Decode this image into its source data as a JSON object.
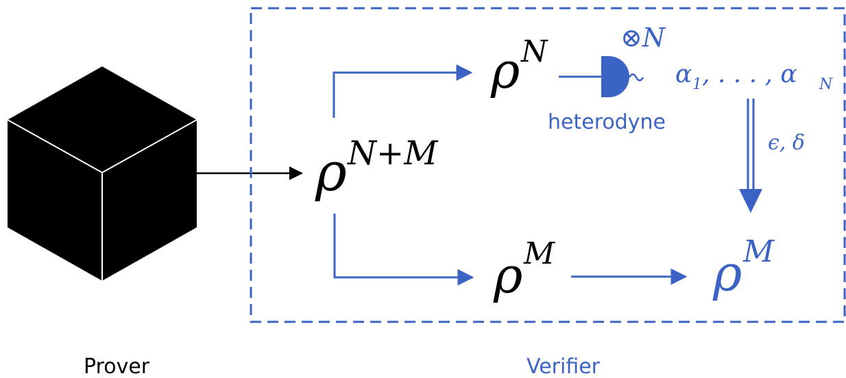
{
  "colors": {
    "accent": "#3a63c4",
    "black": "#000000",
    "white": "#ffffff"
  },
  "labels": {
    "prover": "Prover",
    "verifier": "Verifier",
    "heterodyne": "heterodyne"
  },
  "symbols": {
    "rho": "ρ",
    "combined_sup": "N+M",
    "n_sup": "N",
    "m_sup": "M",
    "tensor_power": "⊗N",
    "alpha_sequence": "α",
    "alpha_sub1": "1",
    "alpha_ellipsis": ", . . . , α",
    "alpha_subN": "N",
    "eps_delta": "ϵ, δ"
  },
  "icons": {
    "black_box": "cube-icon",
    "detector": "detector-icon"
  }
}
